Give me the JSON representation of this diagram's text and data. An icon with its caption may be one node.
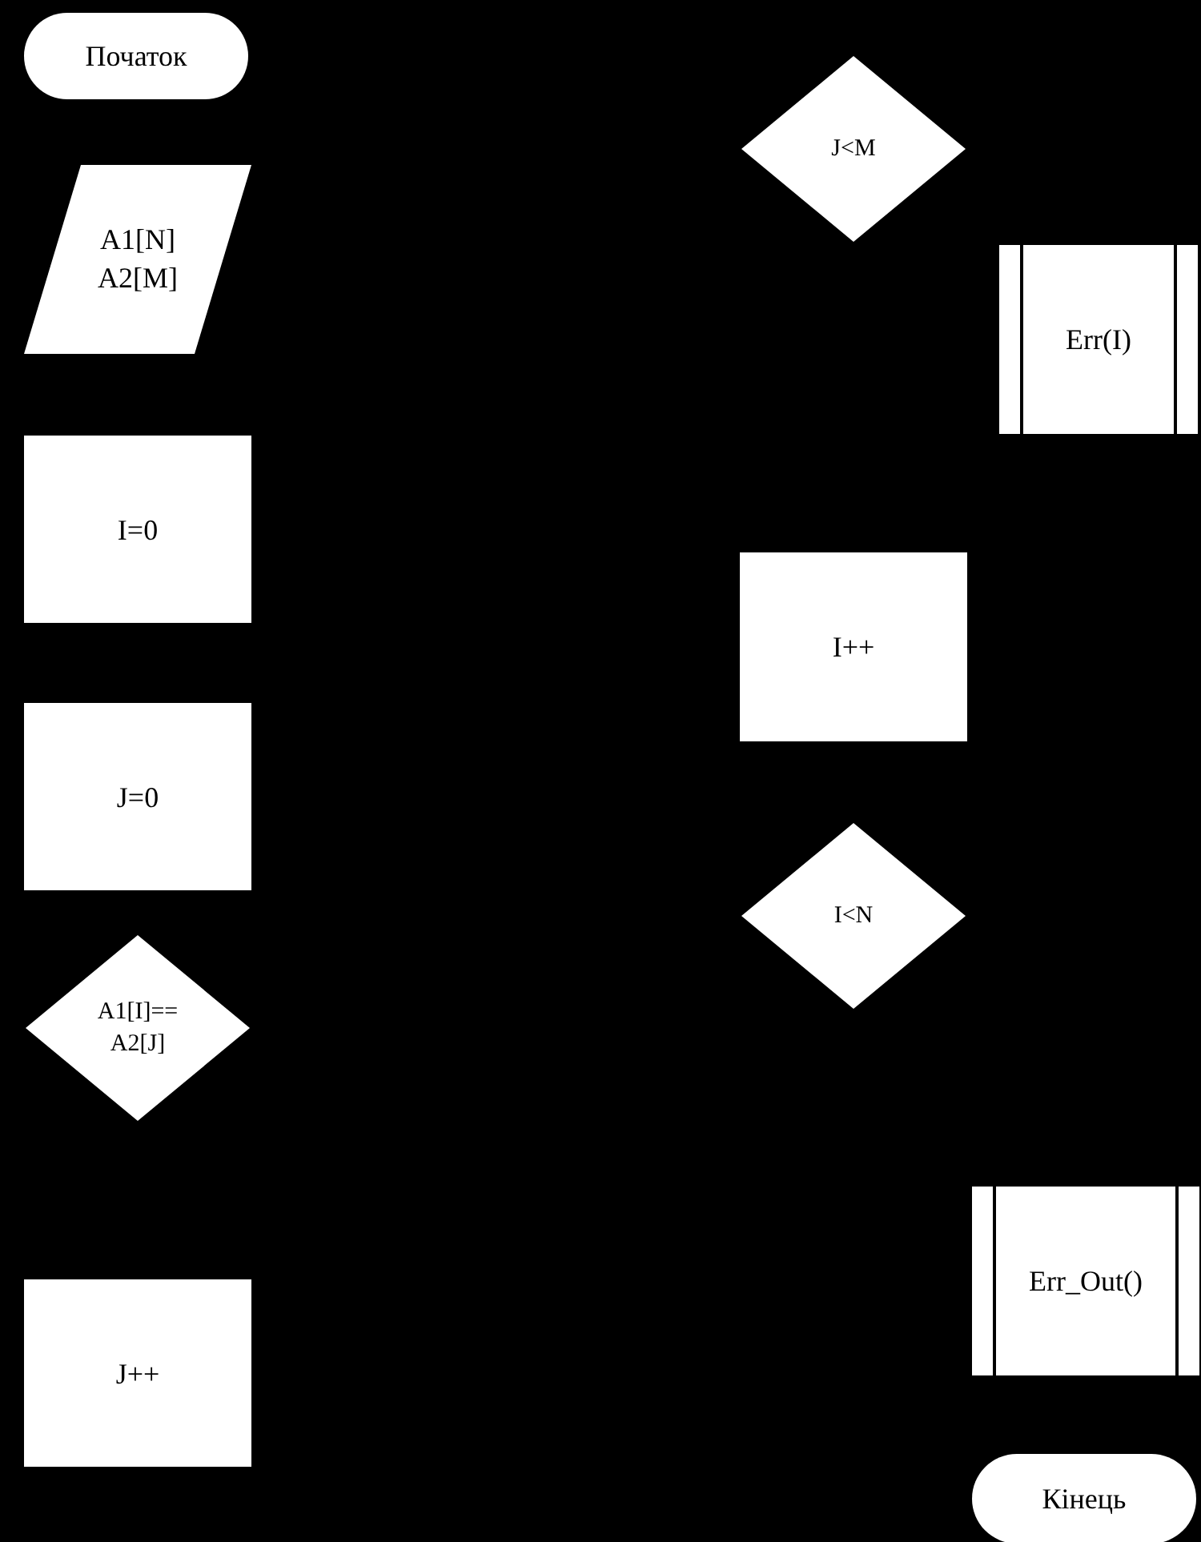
{
  "diagram": {
    "nodes": [
      {
        "text": [
          "Початок"
        ]
      },
      {
        "text": [
          "A1[N] A2[M]"
        ]
      },
      {
        "text": [
          "I=0"
        ]
      },
      {
        "text": [
          "J=0"
        ]
      },
      {
        "text": [
          "A1[I]== A2[J]"
        ]
      },
      {
        "text": [
          "J++"
        ]
      },
      {
        "text": [
          "J<M"
        ]
      },
      {
        "text": [
          "Err(I)"
        ]
      },
      {
        "text": [
          "I++"
        ]
      },
      {
        "text": [
          "I<N"
        ]
      },
      {
        "text": [
          "Err_Out()"
        ]
      },
      {
        "text": [
          "Кінець"
        ]
      }
    ]
  }
}
